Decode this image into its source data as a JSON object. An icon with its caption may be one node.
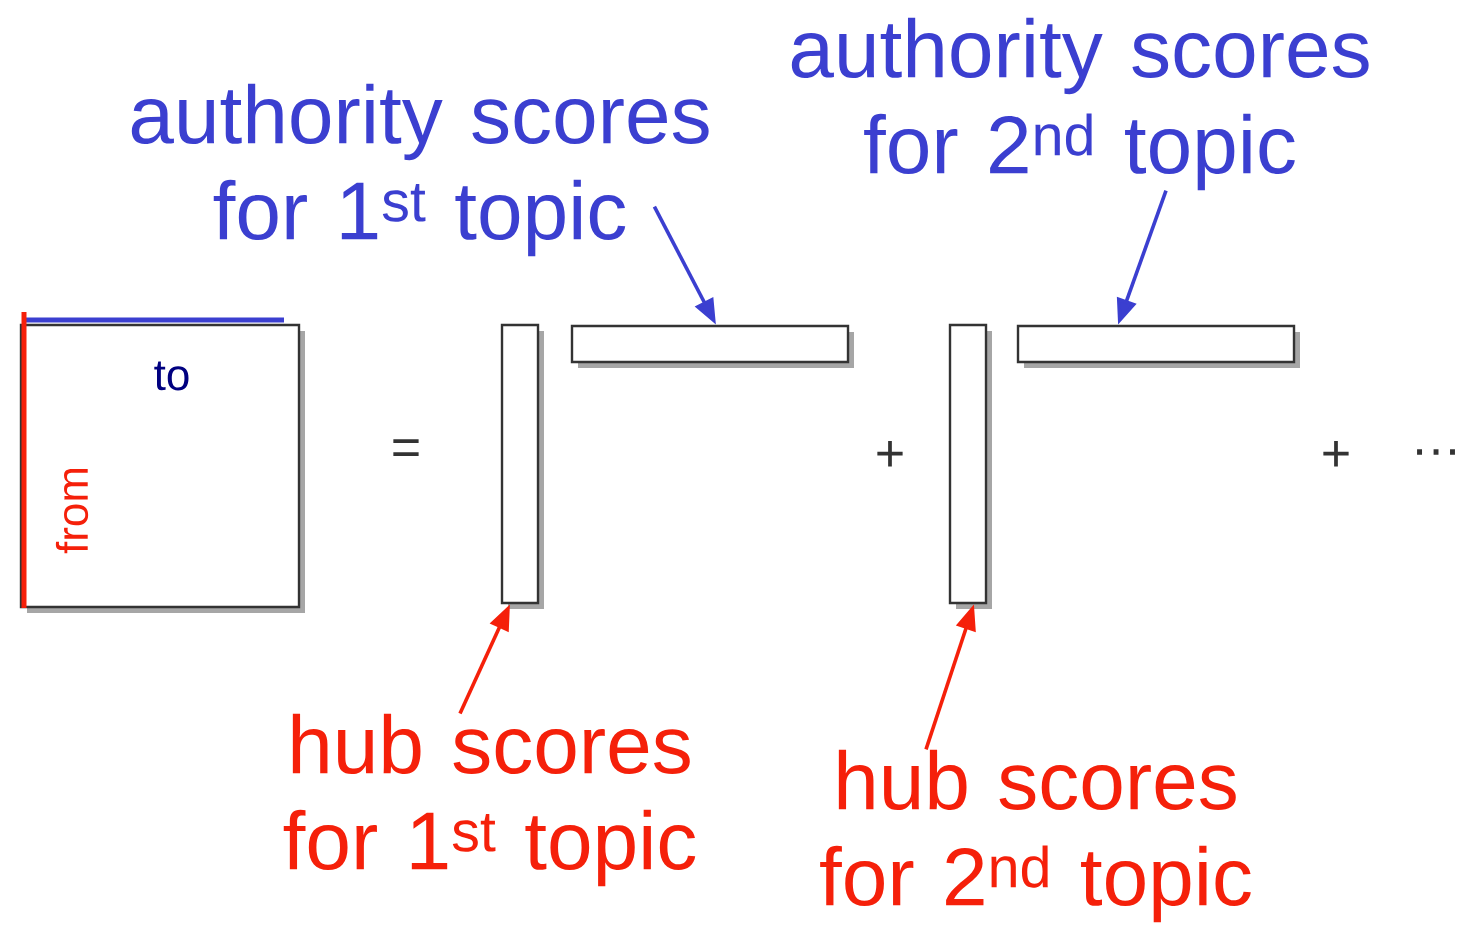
{
  "diagram": {
    "nodes": [
      {
        "text": [
          "to",
          "from"
        ]
      },
      {
        "text": [
          "authority scores for 1$^{st}$ topic"
        ]
      },
      {
        "text": [
          "authority scores for 2$^{nd}$ topic"
        ]
      },
      {
        "text": [],
        "shape": "bar"
      },
      {
        "text": [],
        "shape": "bar"
      },
      {
        "text": [],
        "shape": "bar"
      },
      {
        "text": [],
        "shape": "bar"
      },
      {
        "text": [
          "hub scores for 1$^{st}$ topic"
        ]
      },
      {
        "text": [
          "hub scores for 2$^{nd}$ topic"
        ]
      }
    ],
    "edges": [
      {
        "from": 1,
        "to": 4,
        "arrow": "to",
        "color": "#3b3fd0"
      },
      {
        "from": 2,
        "to": 6,
        "arrow": "to",
        "color": "#3b3fd0"
      },
      {
        "from": 7,
        "to": 3,
        "arrow": "to",
        "color": "#f5200a"
      },
      {
        "from": 8,
        "to": 5,
        "arrow": "to",
        "color": "#f5200a"
      }
    ],
    "labels": [
      "=",
      "+",
      "+",
      "…"
    ]
  }
}
